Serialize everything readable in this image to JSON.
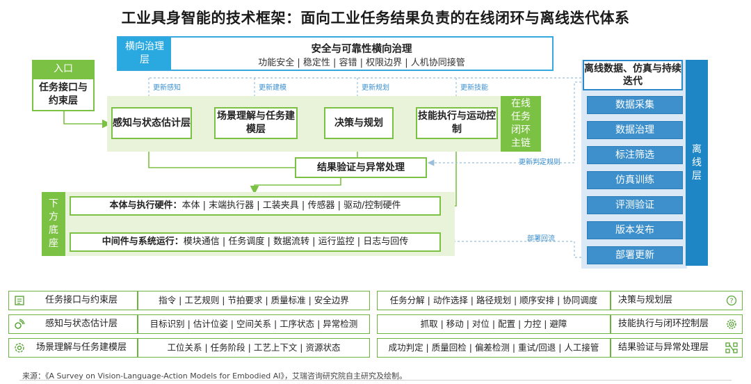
{
  "title": "工业具身智能的技术框架：面向工业任务结果负责的在线闭环与离线迭代体系",
  "governance": {
    "tag": "横向治理层",
    "title": "安全与可靠性横向治理",
    "items": "功能安全 | 稳定性 | 容错 | 权限边界 | 人机协同接管"
  },
  "entry": {
    "tag": "入口",
    "box": "任务接口与约束层"
  },
  "online": {
    "tag": "在线任务闭环主链",
    "nodes": [
      "感知与状态估计层",
      "场景理解与任务建模层",
      "决策与规划",
      "技能执行与运动控制"
    ],
    "updates": [
      "更新感知",
      "更新建模",
      "更新规划",
      "更新技能"
    ],
    "result": "结果验证与异常处理",
    "update_rules": "更新判定规则"
  },
  "base": {
    "tag": "下方底座",
    "hardware_label": "本体与执行硬件：",
    "hardware_items": "本体 | 末端执行器 | 工装夹具 | 传感器 | 驱动/控制硬件",
    "middleware_label": "中间件与系统运行：",
    "middleware_items": "模块通信 | 任务调度 | 数据流转 | 运行监控 | 日志与回传",
    "deploy_back": "部署回流"
  },
  "offline": {
    "head": "离线数据、仿真与持续迭代",
    "tag": "离线层",
    "steps": [
      "数据采集",
      "数据治理",
      "标注筛选",
      "仿真训练",
      "评测验证",
      "版本发布",
      "部署更新"
    ]
  },
  "table": {
    "left": [
      {
        "name": "任务接口与约束层",
        "icon": "document-icon",
        "desc": "指令 | 工艺规则 | 节拍要求 | 质量标准 | 安全边界"
      },
      {
        "name": "感知与状态估计层",
        "icon": "sensor-icon",
        "desc": "目标识别 | 估计位姿 | 空间关系 | 工序状态 | 异常检测"
      },
      {
        "name": "场景理解与任务建模层",
        "icon": "gear-scene-icon",
        "desc": "工位关系 | 任务阶段 | 工艺上下文 | 资源状态"
      }
    ],
    "right": [
      {
        "name": "决策与规划层",
        "icon": "question-icon",
        "desc": "任务分解 | 动作选择 | 路径规划 | 顺序安排 | 协同调度"
      },
      {
        "name": "技能执行与闭环控制层",
        "icon": "cog-icon",
        "desc": "抓取 | 移动 | 对位 | 配置 | 力控 | 避障"
      },
      {
        "name": "结果验证与异常处理层",
        "icon": "flow-icon",
        "desc": "成功判定 | 质量回检 | 偏差检测 | 重试/回退 | 人工接管"
      }
    ]
  },
  "source": "来源：《A Survey on Vision-Language-Action Models for Embodied AI》，艾瑞咨询研究院自主研究及绘制。",
  "colors": {
    "green": "#7bc143",
    "blue": "#1f86c6",
    "light_green": "#e8f3d9",
    "light_blue": "#dbe9f6"
  }
}
